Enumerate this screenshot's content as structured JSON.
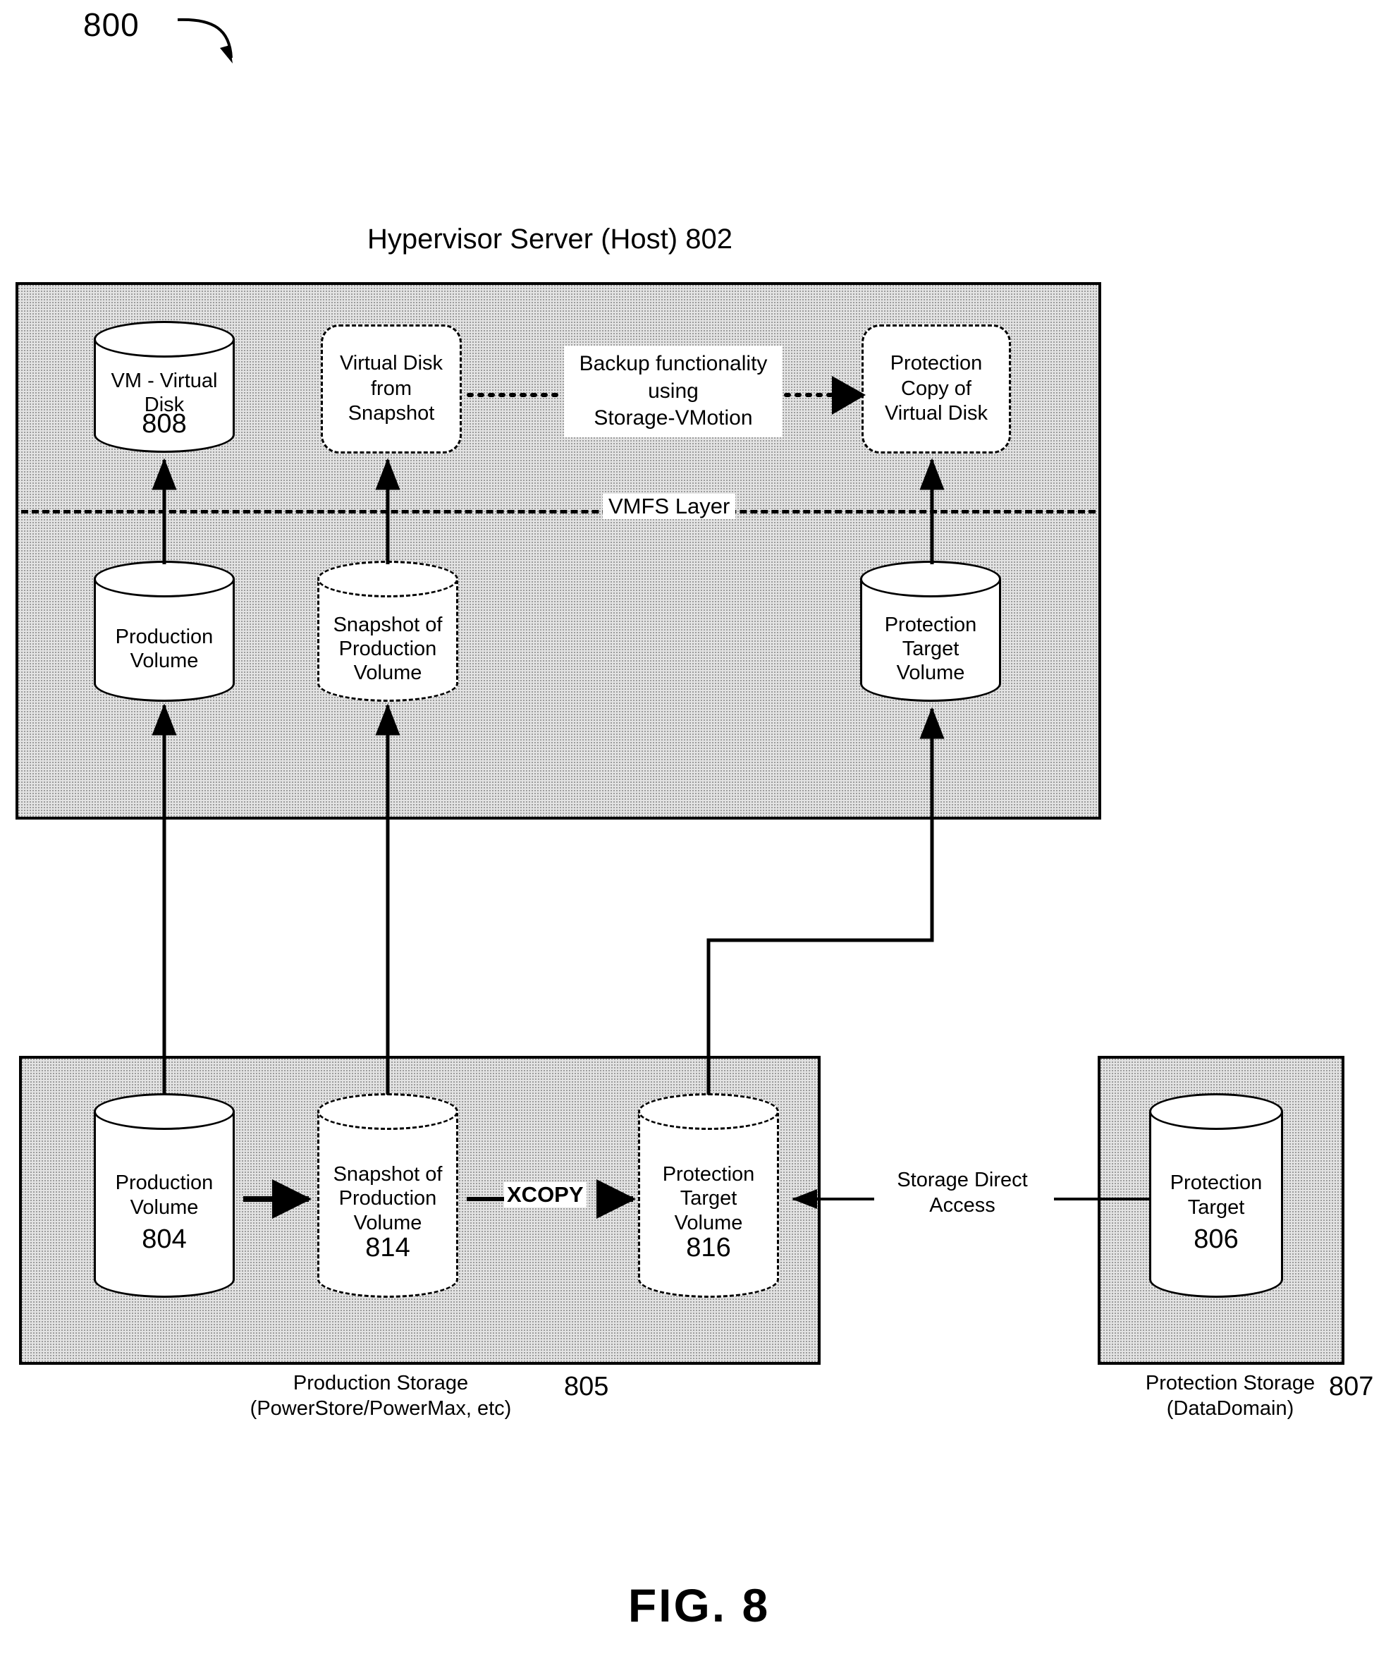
{
  "figure": {
    "ref_number": "800",
    "caption": "FIG.  8"
  },
  "host": {
    "title": "Hypervisor Server  (Host) 802",
    "vmfs_layer_label": "VMFS Layer",
    "top_row": [
      {
        "name": "vm-virtual-disk",
        "shape": "cylinder-solid",
        "line1": "VM - Virtual",
        "line2": "Disk",
        "ref": "808"
      },
      {
        "name": "virtual-disk-from-snapshot",
        "shape": "rounded-dashed",
        "line1": "Virtual Disk",
        "line2": "from",
        "line3": "Snapshot"
      },
      {
        "name": "backup-functionality",
        "shape": "plain-box",
        "line1": "Backup functionality",
        "line2": "using",
        "line3": "Storage-VMotion"
      },
      {
        "name": "protection-copy-of-virtual-disk",
        "shape": "rounded-dashed",
        "line1": "Protection",
        "line2": "Copy of",
        "line3": "Virtual Disk"
      }
    ],
    "bottom_row": [
      {
        "name": "production-volume",
        "shape": "cylinder-solid",
        "line1": "Production",
        "line2": "Volume"
      },
      {
        "name": "snapshot-of-production-volume",
        "shape": "cylinder-dashed",
        "line1": "Snapshot of",
        "line2": "Production",
        "line3": "Volume"
      },
      {
        "name": "protection-target-volume",
        "shape": "cylinder-solid",
        "line1": "Protection",
        "line2": "Target",
        "line3": "Volume"
      }
    ]
  },
  "production_storage": {
    "caption_line1": "Production Storage",
    "caption_line2": "(PowerStore/PowerMax, etc)",
    "ref": "805",
    "volumes": [
      {
        "name": "production-volume-804",
        "shape": "cylinder-solid",
        "line1": "Production",
        "line2": "Volume",
        "ref": "804"
      },
      {
        "name": "snapshot-of-production-volume-814",
        "shape": "cylinder-dashed",
        "line1": "Snapshot of",
        "line2": "Production",
        "line3": "Volume",
        "ref": "814"
      },
      {
        "name": "protection-target-volume-816",
        "shape": "cylinder-dashed",
        "line1": "Protection",
        "line2": "Target",
        "line3": "Volume",
        "ref": "816"
      }
    ],
    "xcopy_label": "XCOPY"
  },
  "protection_storage": {
    "caption_line1": "Protection Storage",
    "caption_line2": "(DataDomain)",
    "ref": "807",
    "volume": {
      "name": "protection-target-806",
      "shape": "cylinder-solid",
      "line1": "Protection",
      "line2": "Target",
      "ref": "806"
    }
  },
  "connectors": {
    "storage_direct_access_line1": "Storage Direct",
    "storage_direct_access_line2": "Access"
  },
  "colors": {
    "stroke": "#000000",
    "container_fill": "#e3e3e3",
    "shape_fill": "#ffffff"
  }
}
